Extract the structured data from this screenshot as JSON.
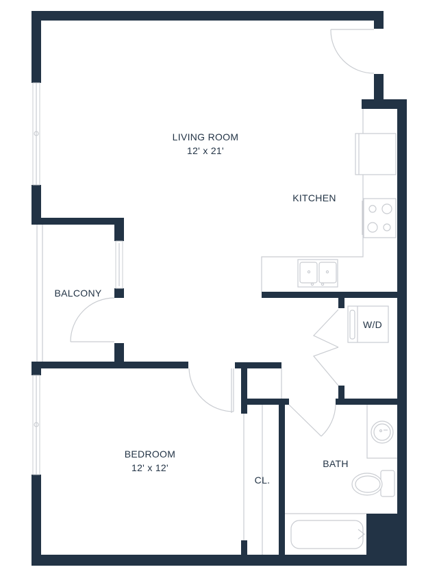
{
  "plan": {
    "wall_color": "#223345",
    "fixture_color": "#c9ccd1",
    "background": "#ffffff"
  },
  "rooms": {
    "living_room": {
      "name": "LIVING ROOM",
      "dimensions": "12' x 21'"
    },
    "kitchen": {
      "name": "KITCHEN"
    },
    "balcony": {
      "name": "BALCONY"
    },
    "bedroom": {
      "name": "BEDROOM",
      "dimensions": "12' x 12'"
    },
    "closet": {
      "name": "CL."
    },
    "bath": {
      "name": "BATH"
    },
    "laundry": {
      "name": "W/D"
    }
  },
  "fixtures": {
    "kitchen": [
      "refrigerator",
      "stove",
      "double-sink"
    ],
    "bath": [
      "sink",
      "toilet",
      "bathtub"
    ],
    "laundry": [
      "washer-dryer"
    ]
  }
}
